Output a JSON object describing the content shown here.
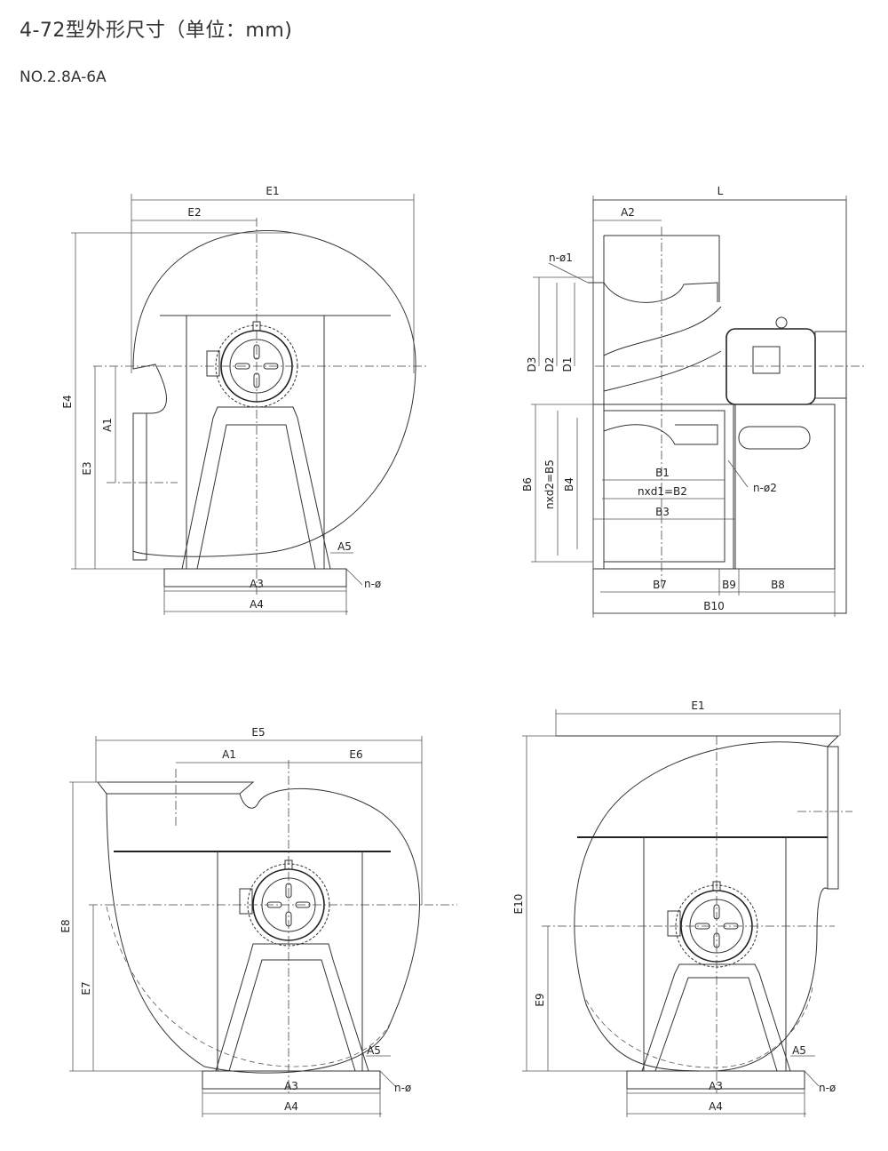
{
  "title": "4-72型外形尺寸（单位：mm)",
  "subtitle": "NO.2.8A-6A",
  "views": {
    "top_left": {
      "labels": {
        "E1": "E1",
        "E2": "E2",
        "E4": "E4",
        "E3": "E3",
        "A1": "A1",
        "A5": "A5",
        "n_phi": "n-ø",
        "A3": "A3",
        "A4": "A4"
      }
    },
    "top_right": {
      "labels": {
        "L": "L",
        "A2": "A2",
        "n_phi1": "n-ø1",
        "D3": "D3",
        "D2": "D2",
        "D1": "D1",
        "B6": "B6",
        "nxd2_B5": "nxd2=B5",
        "B4": "B4",
        "B1": "B1",
        "nxd1_B2": "nxd1=B2",
        "B3": "B3",
        "n_phi2": "n-ø2",
        "B7": "B7",
        "B9": "B9",
        "B8": "B8",
        "B10": "B10"
      }
    },
    "bottom_left": {
      "labels": {
        "E5": "E5",
        "A1": "A1",
        "E6": "E6",
        "E8": "E8",
        "E7": "E7",
        "A5": "A5",
        "n_phi": "n-ø",
        "A3": "A3",
        "A4": "A4"
      }
    },
    "bottom_right": {
      "labels": {
        "E1": "E1",
        "E10": "E10",
        "E9": "E9",
        "A5": "A5",
        "n_phi": "n-ø",
        "A3": "A3",
        "A4": "A4"
      }
    }
  }
}
